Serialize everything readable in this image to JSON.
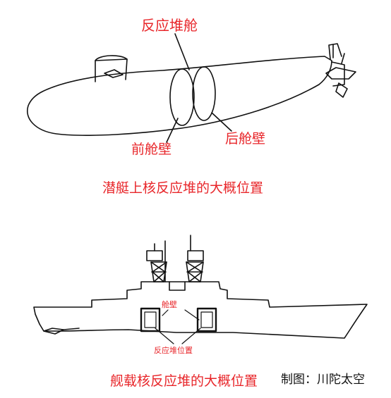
{
  "submarine": {
    "reactor_label": "反应堆舱",
    "front_bulkhead_label": "前舱壁",
    "rear_bulkhead_label": "后舱壁",
    "caption": "潜艇上核反应堆的大概位置"
  },
  "warship": {
    "bulkhead_label": "舱壁",
    "reactor_position_label": "反应堆位置",
    "caption": "舰载核反应堆的大概位置"
  },
  "credit": "制图：川陀太空",
  "colors": {
    "label": "#e8262a",
    "drawing": "#111111",
    "background": "#ffffff"
  }
}
